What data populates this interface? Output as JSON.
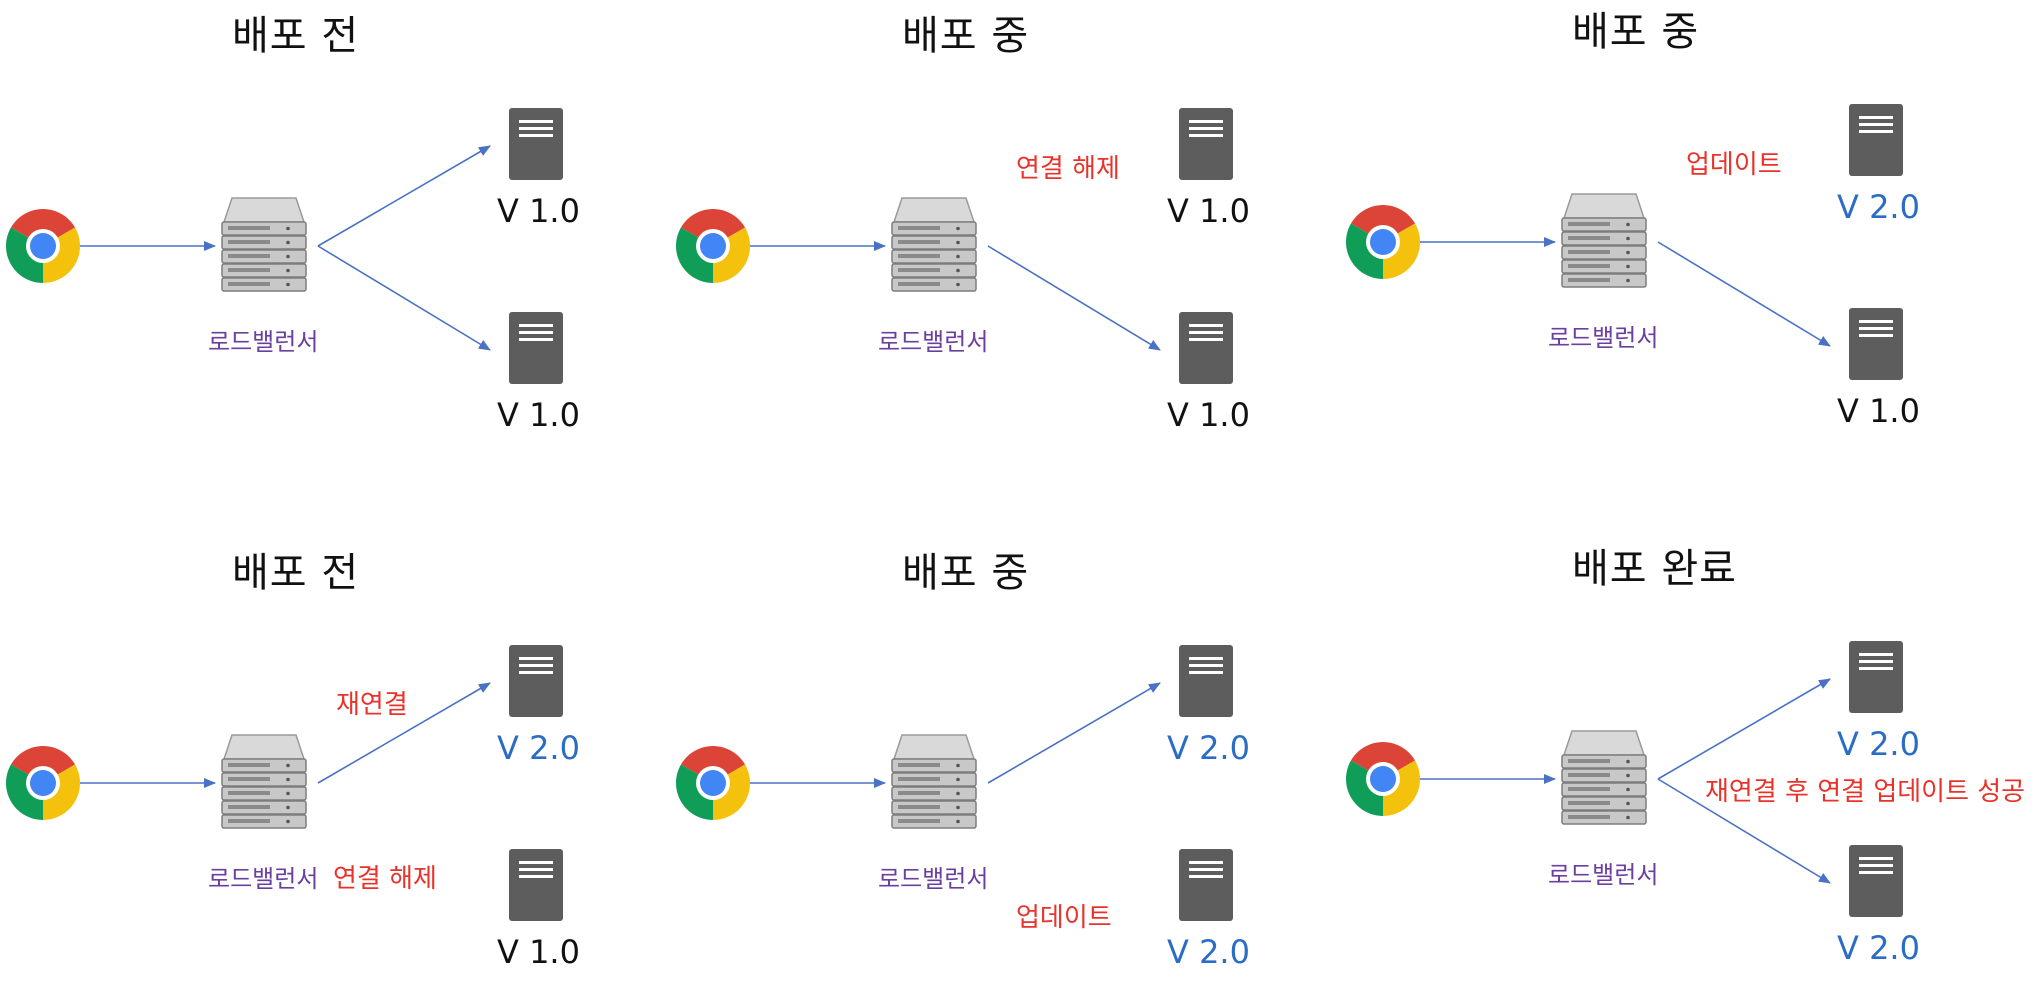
{
  "colors": {
    "arrow": "#4a72c4",
    "note": "#e8322a",
    "lb_label": "#6b3fa0",
    "v2": "#2b6cc4"
  },
  "icons": {
    "client": "chrome-icon",
    "balancer": "load-balancer-icon",
    "server": "server-icon"
  },
  "panels": [
    {
      "title": "배포 전",
      "lb_label": "로드밸런서",
      "servers": [
        {
          "version": "V 1.0",
          "status": "v1"
        },
        {
          "version": "V 1.0",
          "status": "v1"
        }
      ],
      "connections": [
        true,
        true
      ],
      "notes": []
    },
    {
      "title": "배포 중",
      "lb_label": "로드밸런서",
      "servers": [
        {
          "version": "V 1.0",
          "status": "v1"
        },
        {
          "version": "V 1.0",
          "status": "v1"
        }
      ],
      "connections": [
        false,
        true
      ],
      "notes": [
        {
          "text": "연결 해제",
          "slot": "top"
        }
      ]
    },
    {
      "title": "배포 중",
      "lb_label": "로드밸런서",
      "servers": [
        {
          "version": "V 2.0",
          "status": "v2"
        },
        {
          "version": "V 1.0",
          "status": "v1"
        }
      ],
      "connections": [
        false,
        true
      ],
      "notes": [
        {
          "text": "업데이트",
          "slot": "top"
        }
      ]
    },
    {
      "title": "배포 전",
      "lb_label": "로드밸런서",
      "servers": [
        {
          "version": "V 2.0",
          "status": "v2"
        },
        {
          "version": "V 1.0",
          "status": "v1"
        }
      ],
      "connections": [
        true,
        false
      ],
      "notes": [
        {
          "text": "재연결",
          "slot": "top-near"
        },
        {
          "text": "연결 해제",
          "slot": "bottom-near"
        }
      ]
    },
    {
      "title": "배포 중",
      "lb_label": "로드밸런서",
      "servers": [
        {
          "version": "V 2.0",
          "status": "v2"
        },
        {
          "version": "V 2.0",
          "status": "v2"
        }
      ],
      "connections": [
        true,
        false
      ],
      "notes": [
        {
          "text": "업데이트",
          "slot": "bottom"
        }
      ]
    },
    {
      "title": "배포 완료",
      "lb_label": "로드밸런서",
      "servers": [
        {
          "version": "V 2.0",
          "status": "v2"
        },
        {
          "version": "V 2.0",
          "status": "v2"
        }
      ],
      "connections": [
        true,
        true
      ],
      "notes": [
        {
          "text": "재연결 후 연결 업데이트 성공",
          "slot": "middle"
        }
      ]
    }
  ]
}
